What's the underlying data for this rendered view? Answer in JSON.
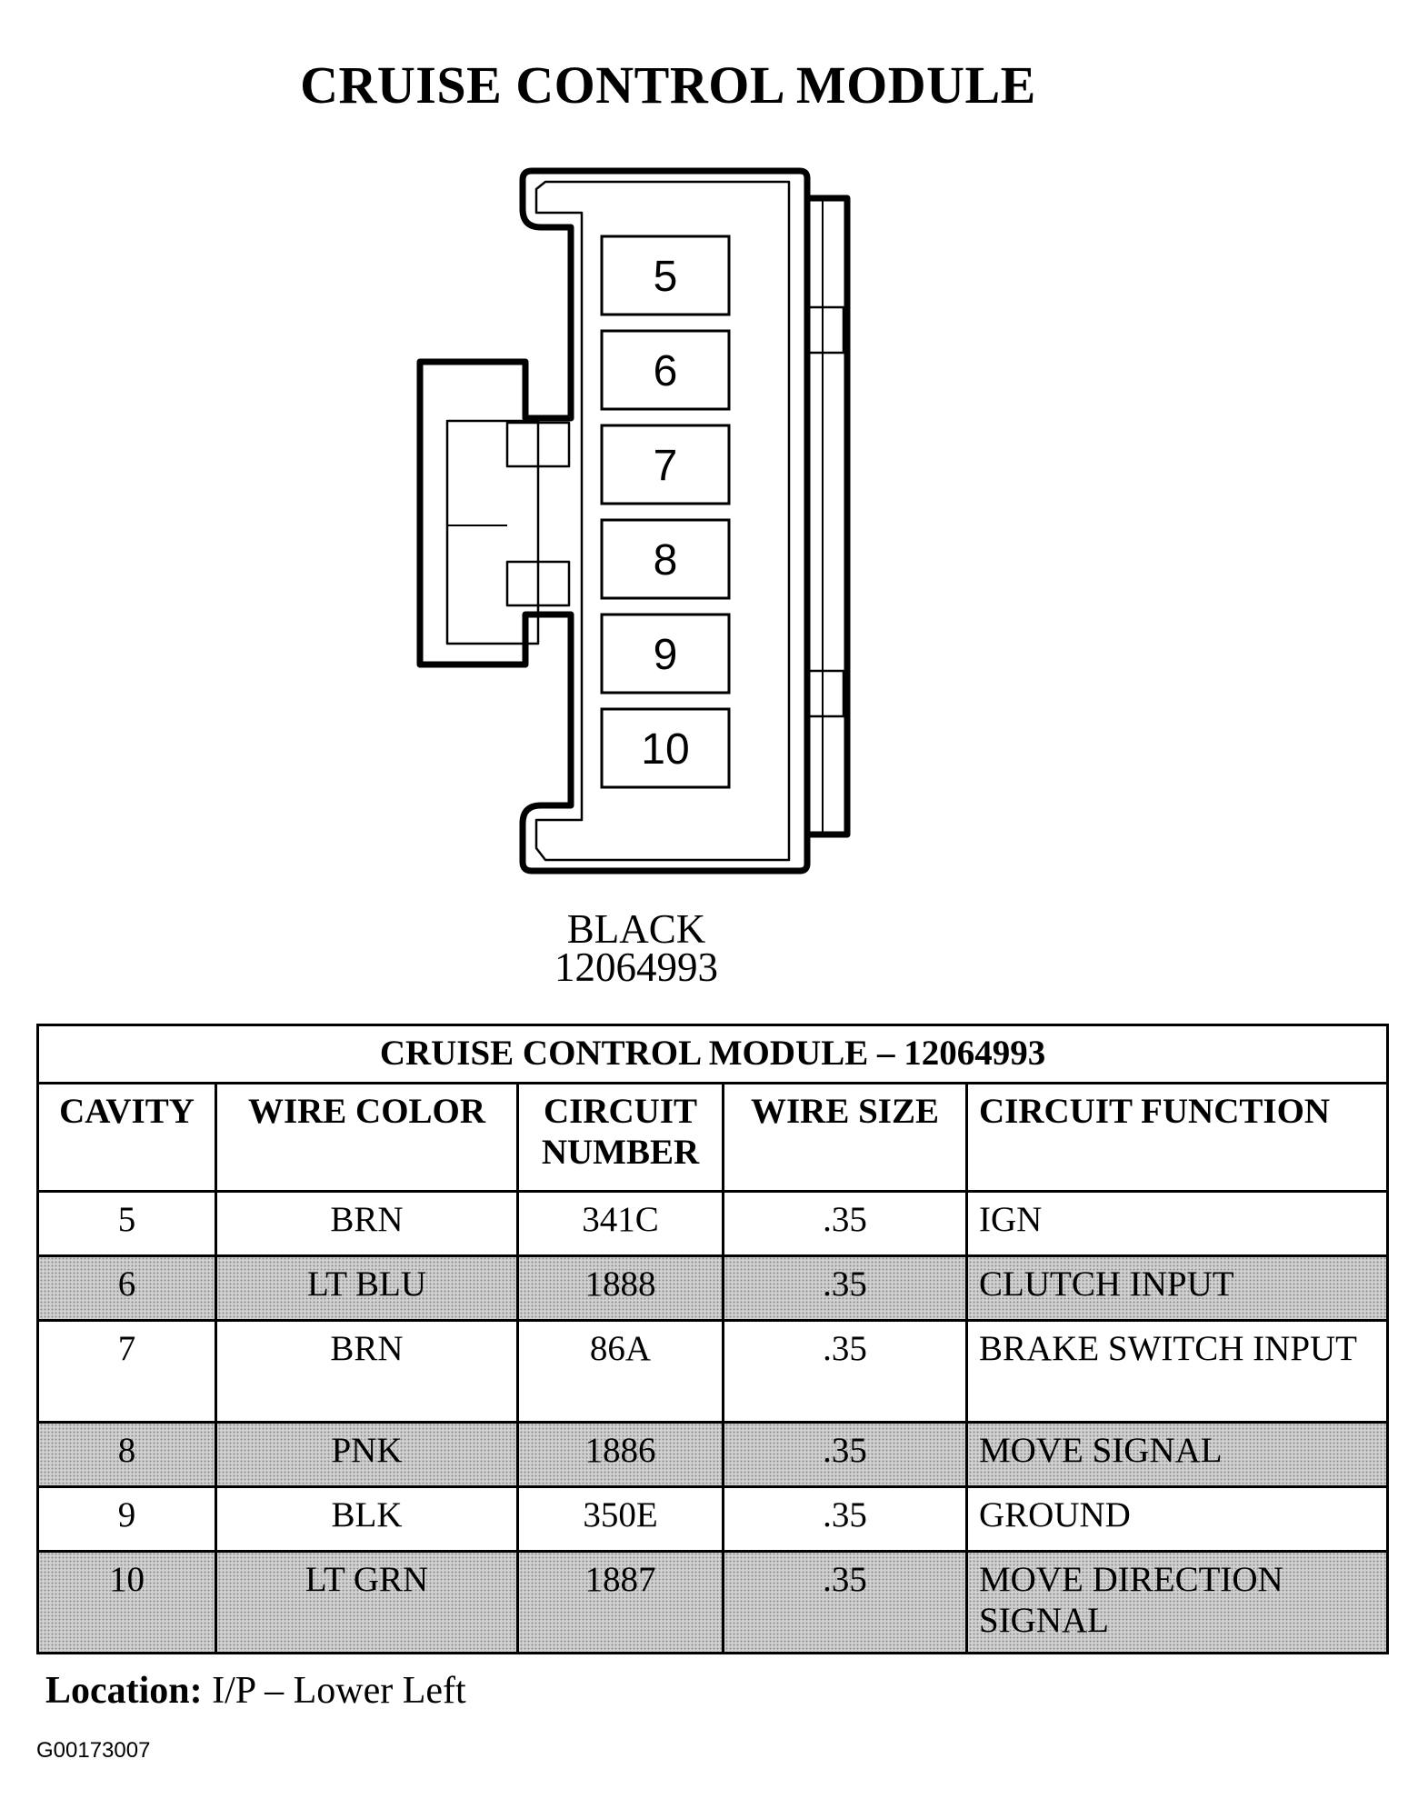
{
  "title": "CRUISE CONTROL MODULE",
  "connector": {
    "color": "BLACK",
    "part_number": "12064993",
    "cavities": [
      "5",
      "6",
      "7",
      "8",
      "9",
      "10"
    ]
  },
  "table": {
    "caption": "CRUISE CONTROL MODULE – 12064993",
    "headers": [
      "CAVITY",
      "WIRE COLOR",
      "CIRCUIT NUMBER",
      "WIRE SIZE",
      "CIRCUIT FUNCTION"
    ],
    "rows": [
      {
        "cavity": "5",
        "wire_color": "BRN",
        "circuit_number": "341C",
        "wire_size": ".35",
        "function": "IGN"
      },
      {
        "cavity": "6",
        "wire_color": "LT BLU",
        "circuit_number": "1888",
        "wire_size": ".35",
        "function": "CLUTCH INPUT"
      },
      {
        "cavity": "7",
        "wire_color": "BRN",
        "circuit_number": "86A",
        "wire_size": ".35",
        "function": "BRAKE SWITCH INPUT"
      },
      {
        "cavity": "8",
        "wire_color": "PNK",
        "circuit_number": "1886",
        "wire_size": ".35",
        "function": "MOVE SIGNAL"
      },
      {
        "cavity": "9",
        "wire_color": "BLK",
        "circuit_number": "350E",
        "wire_size": ".35",
        "function": "GROUND"
      },
      {
        "cavity": "10",
        "wire_color": "LT GRN",
        "circuit_number": "1887",
        "wire_size": ".35",
        "function": "MOVE DIRECTION SIGNAL"
      }
    ]
  },
  "location": {
    "label": "Location:",
    "value": "I/P – Lower Left"
  },
  "figure_id": "G00173007"
}
